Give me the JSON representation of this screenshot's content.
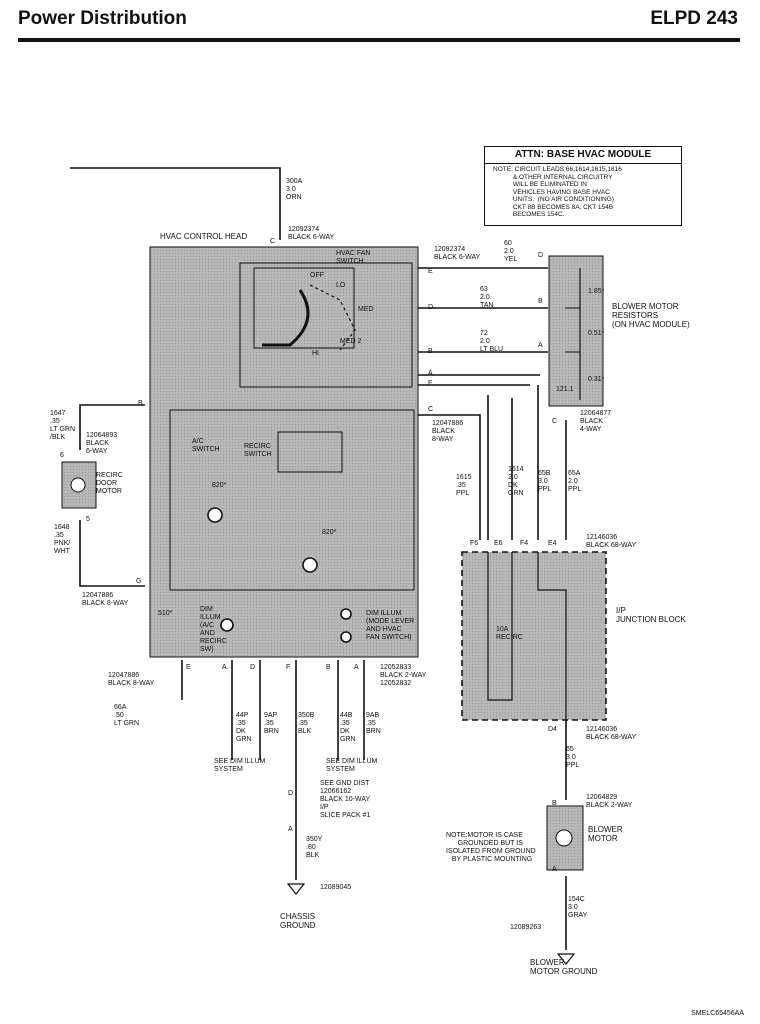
{
  "page": {
    "title": "Power Distribution",
    "code": "ELPD  243",
    "footer_id": "SMELC65456AA"
  },
  "attn": {
    "title": "ATTN: BASE HVAC MODULE",
    "note": "NOTE: CIRCUIT LEADS 66,1614,1615,1616\n           & OTHER INTERNAL CIRCUITRY\n           WILL BE ELIMINATED IN\n           VEHICLES HAVING BASE HVAC\n           UNITS.  (NO AIR CONDITIONING)\n           CKT 8B BECOMES 8A. CKT 154B\n           BECOMES 154C."
  },
  "components": {
    "hvac_control_head": "HVAC CONTROL HEAD",
    "hvac_fan_switch": "HVAC FAN\nSWITCH",
    "fan_off": "OFF",
    "fan_lo": "LO",
    "fan_med": "MED",
    "fan_med2": "MED 2",
    "fan_hi": "HI",
    "ac_switch": "A/C\nSWITCH",
    "recirc_switch": "RECIRC\nSWITCH",
    "r820a": "820*",
    "r820b": "820*",
    "r510": "510*",
    "dim_illum_ac": "DIM\nILLUM\n(A/C\nAND\nRECIRC\nSW)",
    "dim_illum_mode": "DIM ILLUM\n(MODE LEVER\nAND HVAC\nFAN SWITCH)",
    "blower_resistors": "BLOWER MOTOR\nRESISTORS\n(ON HVAC MODULE)",
    "res_1": "1.85*",
    "res_2": "0.51*",
    "res_3": "0.31*",
    "res_fuse": "121.1",
    "recirc_motor": "RECIRC\nDOOR\nMOTOR",
    "ip_junction": "I/P\nJUNCTION BLOCK",
    "fuse_10a": "10A\nRECIRC",
    "blower_motor": "BLOWER\nMOTOR",
    "motor_note": "NOTE:MOTOR IS CASE\n      GROUNDED BUT IS\nISOLATED FROM GROUND\n   BY PLASTIC MOUNTING",
    "chassis_ground": "CHASSIS\nGROUND",
    "blower_ground": "BLOWER\nMOTOR GROUND"
  },
  "connectors": {
    "c_top": "12092374\nBLACK 6-WAY",
    "c_right_top": "12092374\nBLACK 6-WAY",
    "c_left_b": "12064893\nBLACK\n6-WAY",
    "c_mid_c": "12047886\nBLACK\n8-WAY",
    "c_res": "12064877\nBLACK\n4-WAY",
    "c_left_g": "12047886\nBLACK 8-WAY",
    "c_bottom_left": "12047886\nBLACK 8-WAY",
    "c_bottom_right": "12052833\nBLACK 2-WAY\n12052832",
    "c_jb_top": "12146036\nBLACK 68-WAY",
    "c_jb_bottom": "12146036\nBLACK 68-WAY",
    "c_motor": "12064829\nBLACK 2-WAY",
    "gnd_dist": "SEE GND DIST\n12066162\nBLACK 10-WAY\nI/P\nSLICE PACK #1",
    "gnd_1": "12089045",
    "gnd_2": "12089263"
  },
  "wires": {
    "w300a": "300A\n3.0\nORN",
    "w60": "60\n2.0\nYEL",
    "w63": "63\n2.0\nTAN",
    "w72": "72\n2.0\nLT BLU",
    "w1647": "1647\n.35\nLT GRN\n/BLK",
    "w1648": "1648\n.35\nPNK/\nWHT",
    "w1615": "1615\n.35\nPPL",
    "w1614": "1614\n2.0\nDK\nGRN",
    "w65b": "65B\n3.0\nPPL",
    "w65a": "65A\n2.0\nPPL",
    "w66a": "66A\n.50\nLT GRN",
    "w44p": "44P\n.35\nDK\nGRN",
    "w9ap": "9AP\n.35\nBRN",
    "w350b": "350B\n.35\nBLK",
    "w44b": "44B\n.35\nDK\nGRN",
    "w9ab": "9AB\n.35\nBRN",
    "w65": "65\n3.0\nPPL",
    "w350y": "350Y\n.80\nBLK",
    "w154c": "154C\n3.0\nGRAY"
  },
  "refs": {
    "see_dim_1": "SEE DIM ILLUM\nSYSTEM",
    "see_dim_2": "SEE DIM ILLUM\nSYSTEM"
  },
  "pins": {
    "C": "C",
    "E": "E",
    "D": "D",
    "B": "B",
    "A": "A",
    "F": "F",
    "G": "G",
    "p6": "6",
    "p5": "5",
    "F6": "F6",
    "E6": "E6",
    "F4": "F4",
    "E4": "E4",
    "D4": "D4"
  },
  "colors": {
    "module_fill": "#b9b9b9",
    "line": "#111111"
  }
}
